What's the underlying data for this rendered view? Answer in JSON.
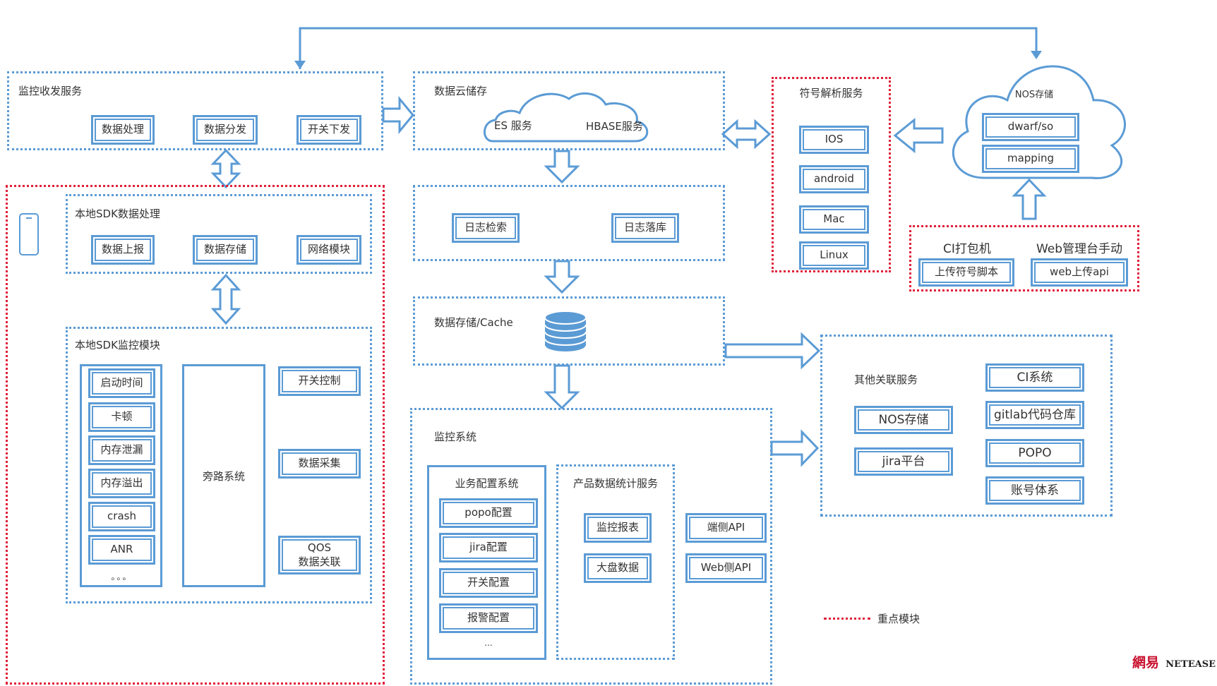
{
  "monitor_collect": {
    "title": "监控收发服务",
    "items": [
      "数据处理",
      "数据分发",
      "开关下发"
    ]
  },
  "local_sdk_data": {
    "title": "本地SDK数据处理",
    "items": [
      "数据上报",
      "数据存储",
      "网络模块"
    ]
  },
  "local_sdk_monitor": {
    "title": "本地SDK监控模块",
    "left_items": [
      "启动时间",
      "卡顿",
      "内存泄漏",
      "内存溢出",
      "crash",
      "ANR"
    ],
    "left_more": "。。。",
    "bypass": "旁路系统",
    "right_items": [
      "开关控制",
      "数据采集",
      "QOS\n数据关联"
    ]
  },
  "cloud_storage": {
    "title": "数据云储存",
    "es": "ES 服务",
    "hbase": "HBASE服务"
  },
  "log": {
    "search": "日志检索",
    "store": "日志落库"
  },
  "cache": {
    "title": "数据存储/Cache"
  },
  "monitor_system": {
    "title": "监控系统",
    "biz_config": {
      "title": "业务配置系统",
      "items": [
        "popo配置",
        "jira配置",
        "开关配置",
        "报警配置"
      ],
      "more": "..."
    },
    "stats": {
      "title": "产品数据统计服务",
      "items": [
        "监控报表",
        "大盘数据"
      ]
    },
    "apis": [
      "端侧API",
      "Web侧API"
    ]
  },
  "symbol": {
    "title": "符号解析服务",
    "items": [
      "IOS",
      "android",
      "Mac",
      "Linux"
    ]
  },
  "nos": {
    "title": "NOS存储",
    "items": [
      "dwarf/so",
      "mapping"
    ]
  },
  "upload": {
    "ci_title": "CI打包机",
    "web_title": "Web管理台手动",
    "ci_btn": "上传符号脚本",
    "web_btn": "web上传api"
  },
  "other": {
    "title": "其他关联服务",
    "left": [
      "NOS存储",
      "jira平台"
    ],
    "right": [
      "CI系统",
      "gitlab代码仓库",
      "POPO",
      "账号体系"
    ]
  },
  "legend": {
    "label": "重点模块"
  },
  "logo": {
    "cn": "網易",
    "en": "NETEASE"
  },
  "colors": {
    "accent": "#5b9bd5",
    "key": "#e0203a"
  }
}
